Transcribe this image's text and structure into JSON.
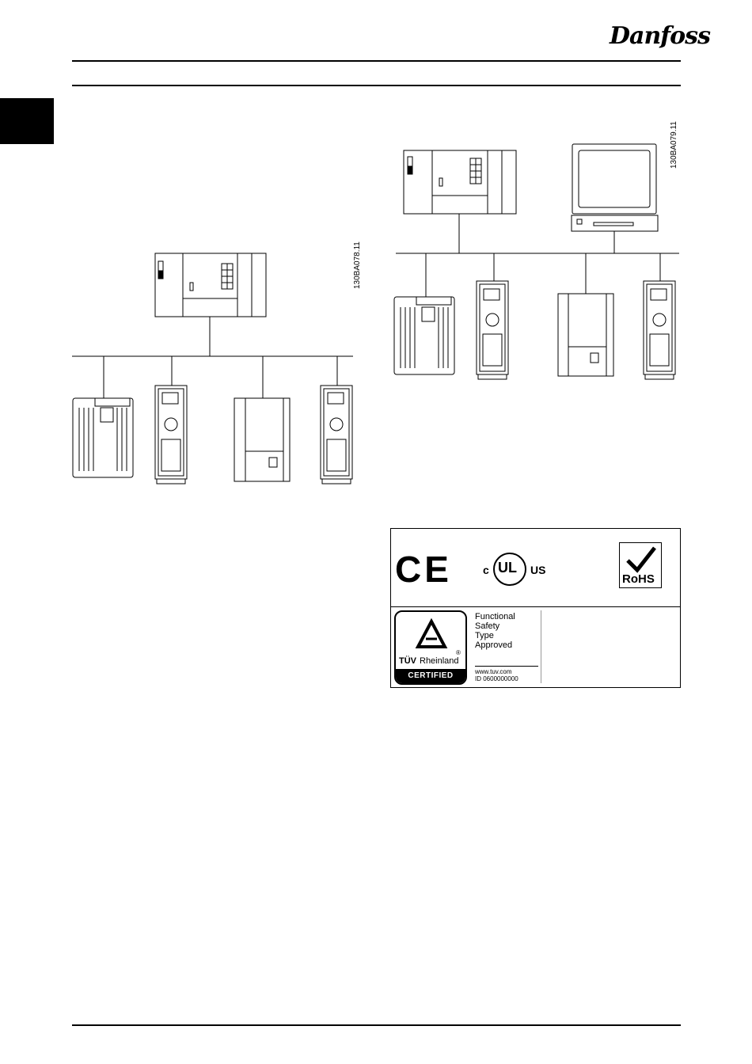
{
  "header": {
    "brand": "Danfoss"
  },
  "figures": {
    "left_id": "130BA078.11",
    "right_id": "130BA079.11"
  },
  "certificates": {
    "ce": "CE",
    "ul": {
      "c": "c",
      "mark": "UL",
      "us": "US"
    },
    "rohs": "RoHS",
    "tuv": {
      "brand_a": "TÜV",
      "brand_b": "Rheinland",
      "reg": "®",
      "certified": "CERTIFIED",
      "line1": "Functional",
      "line2": "Safety",
      "line3": "Type",
      "line4": "Approved",
      "url": "www.tuv.com",
      "id": "ID  0600000000"
    }
  }
}
